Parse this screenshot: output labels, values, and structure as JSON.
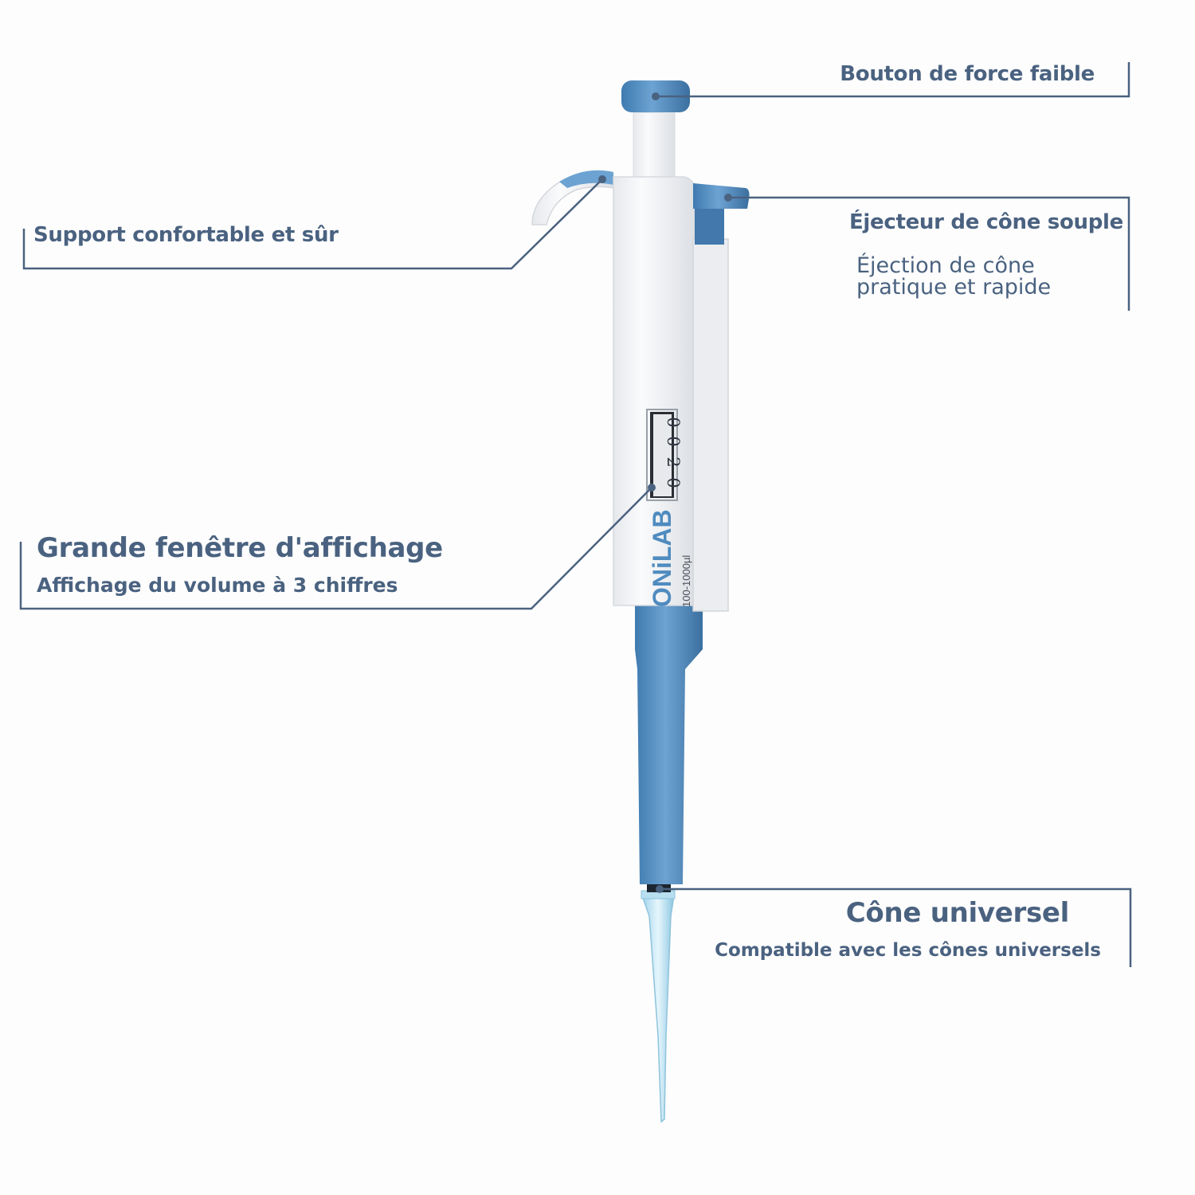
{
  "colors": {
    "line": "#4a6280",
    "text": "#4a6280",
    "accent_blue": "#4f8bbf",
    "body_white": "#f3f4f6"
  },
  "pipette": {
    "brand": "ONiLAB",
    "range": "100-1000µl",
    "display_digits": [
      "0",
      "2",
      "0",
      "0"
    ]
  },
  "callouts": {
    "plunger": {
      "title": "Bouton de force faible"
    },
    "grip": {
      "title": "Support confortable et sûr"
    },
    "ejector": {
      "title": "Éjecteur de cône souple",
      "desc_line1": "Éjection de cône",
      "desc_line2": "pratique et rapide"
    },
    "display": {
      "title": "Grande fenêtre d'affichage",
      "subtitle": "Affichage du volume à 3 chiffres"
    },
    "tip": {
      "title": "Cône universel",
      "subtitle": "Compatible avec les cônes universels"
    }
  }
}
